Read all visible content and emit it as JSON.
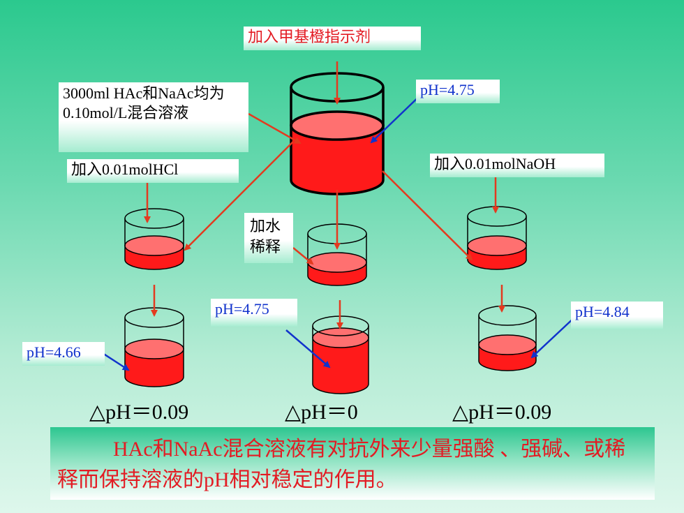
{
  "labels": {
    "top": "加入甲基橙指示剂",
    "source_solution": "3000ml HAc和NaAc均为0.10mol/L混合溶液",
    "add_hcl": "加入0.01molHCl",
    "add_naoh": "加入0.01molNaOH",
    "add_water": "加水稀释",
    "ph_original": "pH=4.75",
    "ph_acid": "pH=4.66",
    "ph_water": "pH=4.75",
    "ph_base": "pH=4.84"
  },
  "delta": {
    "acid": "△pH＝0.09",
    "water": "△pH＝0",
    "base": "△pH＝0.09"
  },
  "conclusion": "HAc和NaAc混合溶液有对抗外来少量强酸 、强碱、或稀释而保持溶液的pH相对稳定的作用。",
  "colors": {
    "liquid": "#ff1a1a",
    "liquid_top": "#ff7070",
    "arrow": "#e33a1f",
    "pointer": "#1133cc",
    "text_red": "#e31b23"
  }
}
